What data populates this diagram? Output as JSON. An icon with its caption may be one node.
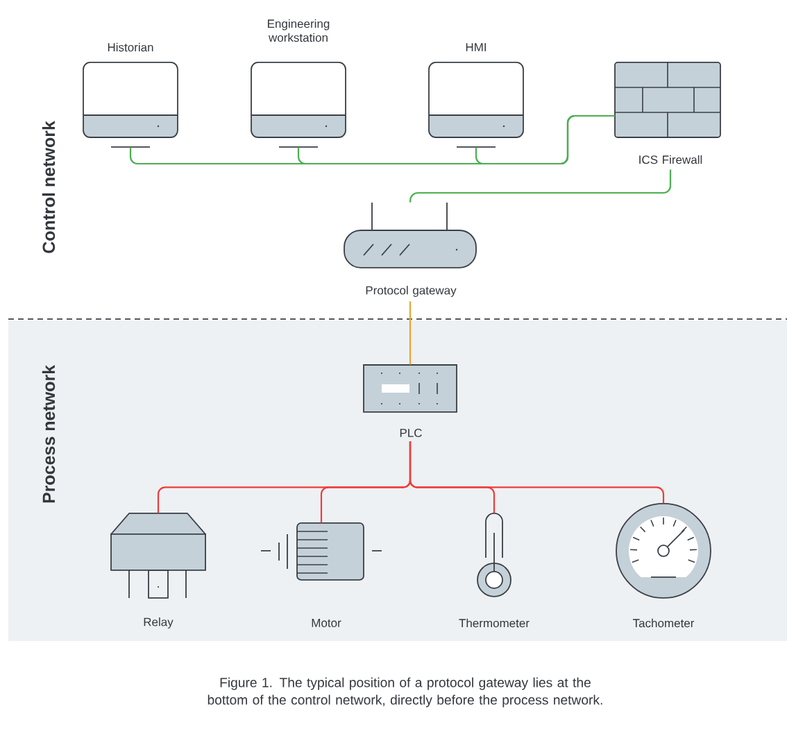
{
  "diagram": {
    "caption": "Figure 1. The typical position of a protocol gateway lies at the bottom of the control network, directly before the process network.",
    "nodes": [
      {
        "text": [
          "Historian"
        ]
      },
      {
        "text": [
          "Engineering workstation"
        ]
      },
      {
        "text": [
          "HMI"
        ]
      },
      {
        "text": [
          "ICS Firewall"
        ]
      },
      {
        "text": [
          "Protocol gateway"
        ]
      },
      {
        "text": [
          "PLC"
        ]
      },
      {
        "text": [
          "Relay"
        ]
      },
      {
        "text": [
          "Motor"
        ]
      },
      {
        "text": [
          "Thermometer"
        ]
      },
      {
        "text": [
          "Tachometer"
        ]
      }
    ],
    "edges": [
      {
        "from": 0,
        "to": 3,
        "arrow": "none",
        "color": "#4caf50"
      },
      {
        "from": 1,
        "to": 3,
        "arrow": "none",
        "color": "#4caf50"
      },
      {
        "from": 2,
        "to": 3,
        "arrow": "none",
        "color": "#4caf50"
      },
      {
        "from": 3,
        "to": 4,
        "arrow": "none",
        "color": "#4caf50"
      },
      {
        "from": 4,
        "to": 5,
        "arrow": "none",
        "color": "#e8a531"
      },
      {
        "from": 5,
        "to": 6,
        "arrow": "none",
        "color": "#f03a3a"
      },
      {
        "from": 5,
        "to": 7,
        "arrow": "none",
        "color": "#f03a3a"
      },
      {
        "from": 5,
        "to": 8,
        "arrow": "none",
        "color": "#f03a3a"
      },
      {
        "from": 5,
        "to": 9,
        "arrow": "none",
        "color": "#f03a3a"
      }
    ],
    "labels": [
      "Control network",
      "Process network"
    ]
  }
}
